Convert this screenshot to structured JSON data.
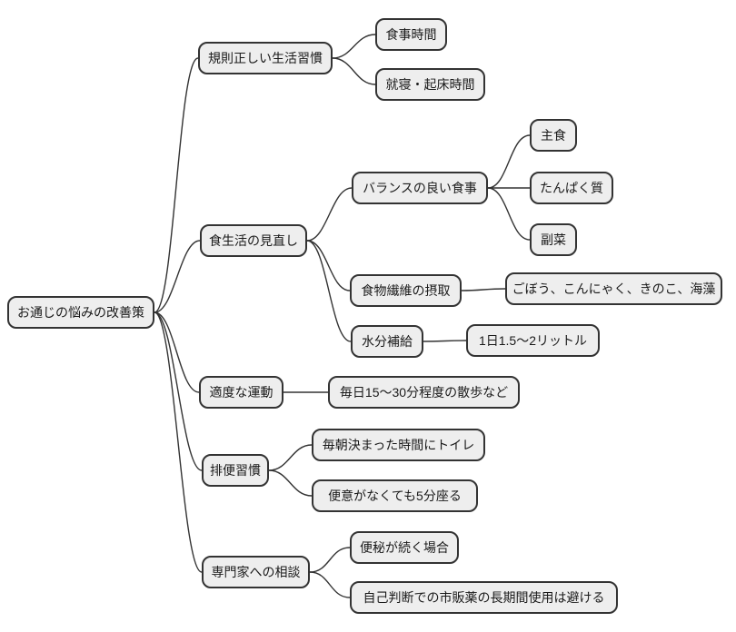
{
  "mindmap": {
    "root": {
      "label": "お通じの悩みの改善策"
    },
    "branches": [
      {
        "label": "規則正しい生活習慣",
        "children": [
          {
            "label": "食事時間"
          },
          {
            "label": "就寝・起床時間"
          }
        ]
      },
      {
        "label": "食生活の見直し",
        "children": [
          {
            "label": "バランスの良い食事",
            "children": [
              {
                "label": "主食"
              },
              {
                "label": "たんぱく質"
              },
              {
                "label": "副菜"
              }
            ]
          },
          {
            "label": "食物繊維の摂取",
            "children": [
              {
                "label": "ごぼう、こんにゃく、きのこ、海藻"
              }
            ]
          },
          {
            "label": "水分補給",
            "children": [
              {
                "label": "1日1.5〜2リットル"
              }
            ]
          }
        ]
      },
      {
        "label": "適度な運動",
        "children": [
          {
            "label": "毎日15〜30分程度の散歩など"
          }
        ]
      },
      {
        "label": "排便習慣",
        "children": [
          {
            "label": "毎朝決まった時間にトイレ"
          },
          {
            "label": "便意がなくても5分座る"
          }
        ]
      },
      {
        "label": "専門家への相談",
        "children": [
          {
            "label": "便秘が続く場合"
          },
          {
            "label": "自己判断での市販薬の長期間使用は避ける"
          }
        ]
      }
    ]
  },
  "style": {
    "background": "#ffffff",
    "node_fill": "#eeeeee",
    "node_border": "#333333",
    "edge_color": "#333333",
    "text_color": "#1a1a1a"
  }
}
